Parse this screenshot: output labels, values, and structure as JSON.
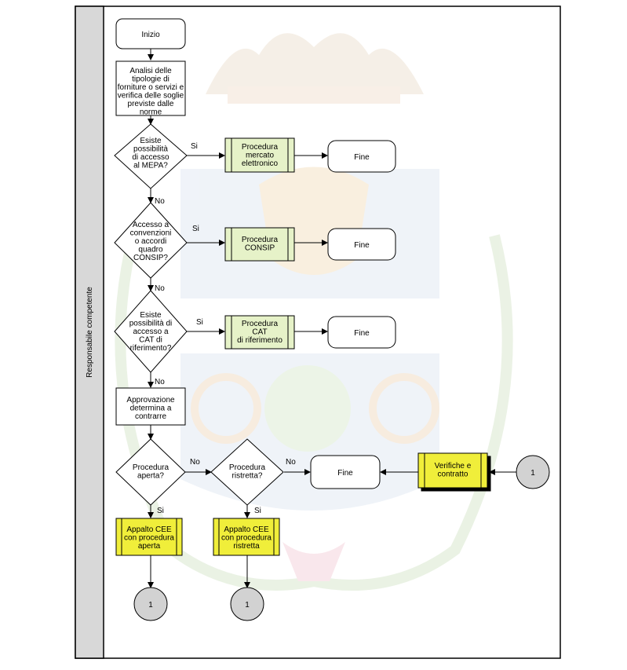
{
  "lane": {
    "label": "Responsabile competente"
  },
  "nodes": {
    "start": {
      "lines": [
        "Inizio"
      ]
    },
    "analisi": {
      "lines": [
        "Analisi delle",
        "tipologie di",
        "forniture o servizi e",
        "verifica delle soglie",
        "previste dalle",
        "norme"
      ]
    },
    "q_mepa": {
      "lines": [
        "Esiste",
        "possibilità",
        "di accesso",
        "al MEPA?"
      ]
    },
    "proc_mepa": {
      "lines": [
        "Procedura",
        "mercato",
        "elettronico"
      ]
    },
    "fine1": {
      "lines": [
        "Fine"
      ]
    },
    "q_consip": {
      "lines": [
        "Accesso a",
        "convenzioni",
        "o accordi",
        "quadro",
        "CONSIP?"
      ]
    },
    "proc_consip": {
      "lines": [
        "Procedura",
        "CONSIP"
      ]
    },
    "fine2": {
      "lines": [
        "Fine"
      ]
    },
    "q_cat": {
      "lines": [
        "Esiste",
        "possibilità di",
        "accesso a",
        "CAT di",
        "riferimento?"
      ]
    },
    "proc_cat": {
      "lines": [
        "Procedura",
        "CAT",
        "di riferimento"
      ]
    },
    "fine3": {
      "lines": [
        "Fine"
      ]
    },
    "approvazione": {
      "lines": [
        "Approvazione",
        "determina a",
        "contrarre"
      ]
    },
    "q_aperta": {
      "lines": [
        "Procedura",
        "aperta?"
      ]
    },
    "q_ristretta": {
      "lines": [
        "Procedura",
        "ristretta?"
      ]
    },
    "fine4": {
      "lines": [
        "Fine"
      ]
    },
    "verifiche": {
      "lines": [
        "Verifiche e",
        "contratto"
      ]
    },
    "conn_right": {
      "lines": [
        "1"
      ]
    },
    "appalto_aperta": {
      "lines": [
        "Appalto CEE",
        "con procedura",
        "aperta"
      ]
    },
    "appalto_ristretta": {
      "lines": [
        "Appalto CEE",
        "con procedura",
        "ristretta"
      ]
    },
    "conn_a": {
      "lines": [
        "1"
      ]
    },
    "conn_b": {
      "lines": [
        "1"
      ]
    }
  },
  "edge_labels": {
    "mepa_si": "Si",
    "mepa_no": "No",
    "consip_si": "Si",
    "consip_no": "No",
    "cat_si": "Si",
    "cat_no": "No",
    "aperta_no": "No",
    "aperta_si": "Si",
    "ristretta_no": "No",
    "ristretta_si": "Si"
  },
  "colors": {
    "process_green": "#e6f2c8",
    "process_yellow": "#f0ee3a",
    "lane_gray": "#d8d8d8",
    "connector_gray": "#d2d2d2",
    "stroke": "#000000"
  }
}
